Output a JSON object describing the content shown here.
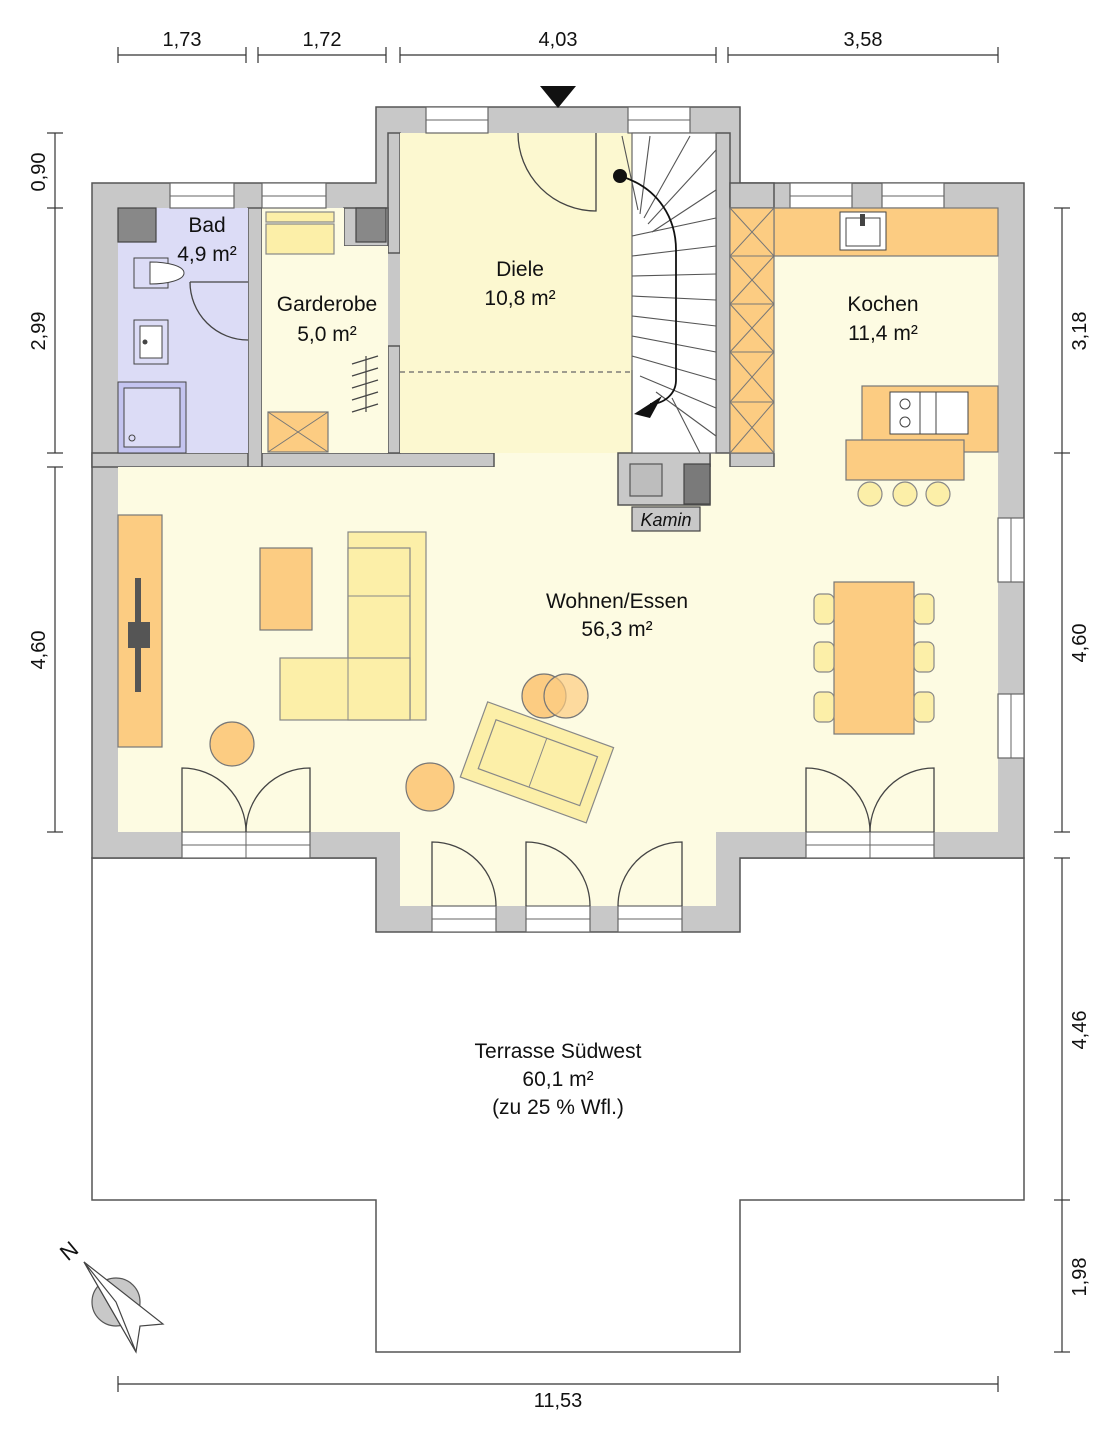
{
  "rooms": {
    "bad": {
      "name": "Bad",
      "area": "4,9 m²"
    },
    "garderobe": {
      "name": "Garderobe",
      "area": "5,0 m²"
    },
    "diele": {
      "name": "Diele",
      "area": "10,8 m²"
    },
    "kochen": {
      "name": "Kochen",
      "area": "11,4 m²"
    },
    "wohnen": {
      "name": "Wohnen/Essen",
      "area": "56,3 m²"
    },
    "terrasse": {
      "name": "Terrasse Südwest",
      "area": "60,1 m²",
      "note": "(zu 25 % Wfl.)"
    }
  },
  "kamin_label": "Kamin",
  "north_label": "N",
  "dimensions": {
    "top": [
      "1,73",
      "1,72",
      "4,03",
      "3,58"
    ],
    "left": [
      "0,90",
      "2,99",
      "4,60"
    ],
    "right": [
      "3,18",
      "4,60",
      "4,46",
      "1,98"
    ],
    "bottom": "11,53"
  },
  "colors": {
    "wall": "#c8c8c8",
    "living_floor": "#fdfbe2",
    "bath_floor": "#dcdcf6",
    "furniture": "#fccc82",
    "sofa": "#fcefa8"
  }
}
